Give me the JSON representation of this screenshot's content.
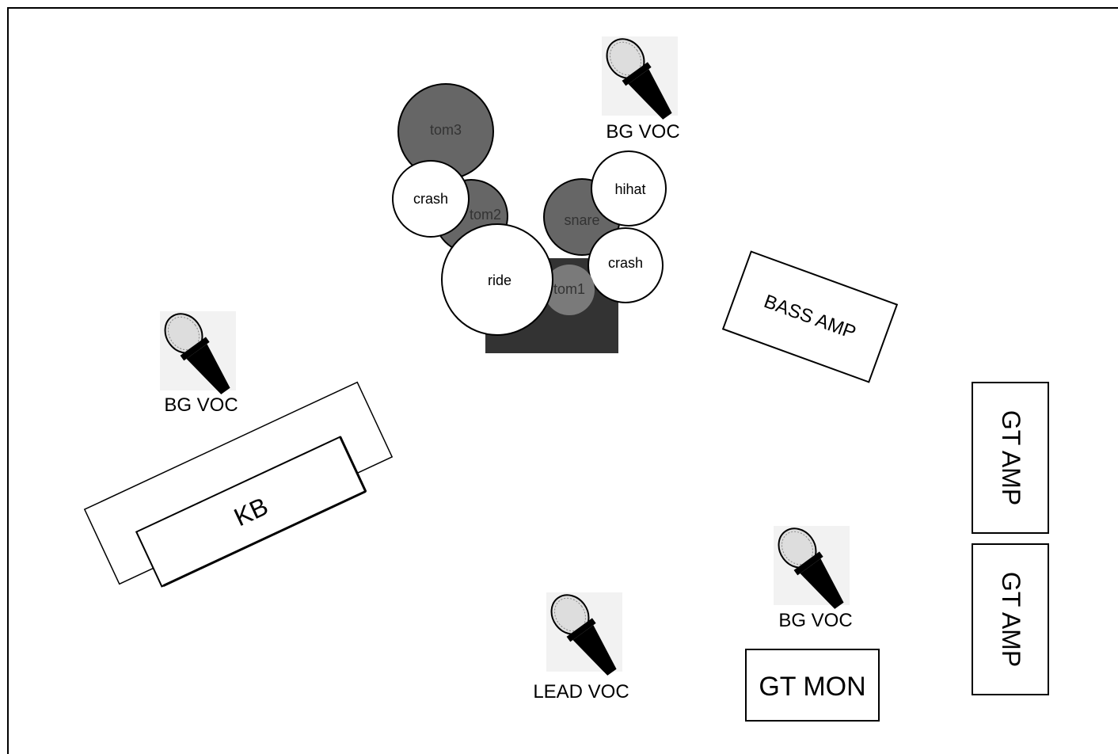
{
  "diagram": {
    "microphones": {
      "bg_voc_top": "BG VOC",
      "bg_voc_left": "BG VOC",
      "bg_voc_right": "BG VOC",
      "lead_voc": "LEAD VOC"
    },
    "drums": {
      "tom3": "tom3",
      "tom2": "tom2",
      "tom1": "tom1",
      "crash_left": "crash",
      "crash_right": "crash",
      "ride": "ride",
      "snare": "snare",
      "hihat": "hihat"
    },
    "equipment": {
      "bass_amp": "BASS AMP",
      "keyboard": "KB",
      "gt_amp_top": "GT AMP",
      "gt_amp_bottom": "GT AMP",
      "gt_mon": "GT MON"
    },
    "colors": {
      "drum_dark": "#666666",
      "drum_riser": "#333333",
      "tom1_fill": "#7a7a7a",
      "cymbal": "#ffffff",
      "outline": "#000000",
      "mic_bg": "#f2f2f2"
    }
  }
}
